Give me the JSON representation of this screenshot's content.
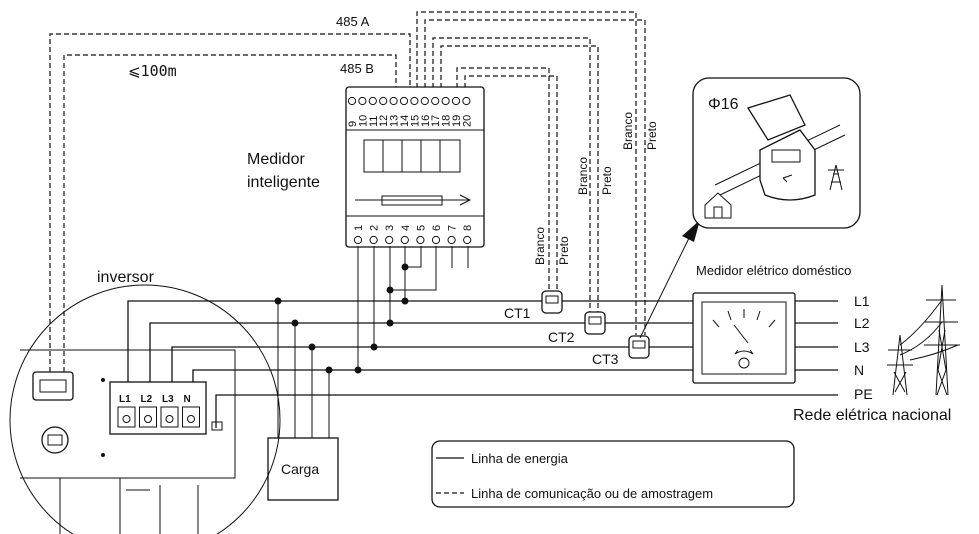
{
  "labels": {
    "rs485_a": "485 A",
    "rs485_b": "485 B",
    "distance": "⩽100m",
    "meter_name_line1": "Medidor",
    "meter_name_line2": "inteligente",
    "inverter": "inversor",
    "load": "Carga",
    "home_meter": "Medidor elétrico doméstico",
    "grid": "Rede elétrica nacional",
    "diameter": "Φ16"
  },
  "meter_terminals_top": [
    "9",
    "10",
    "11",
    "12",
    "13",
    "14",
    "15",
    "16",
    "17",
    "18",
    "19",
    "20"
  ],
  "meter_terminals_bottom": [
    "1",
    "2",
    "3",
    "4",
    "5",
    "6",
    "7",
    "8"
  ],
  "inverter_terminals": [
    "L1",
    "L2",
    "L3",
    "N"
  ],
  "lines": [
    "L1",
    "L2",
    "L3",
    "N",
    "PE"
  ],
  "ct": {
    "names": [
      "CT1",
      "CT2",
      "CT3"
    ],
    "wire_white": "Branco",
    "wire_black": "Preto"
  },
  "legend": {
    "power_line": "Linha de energia",
    "comm_line": "Linha de comunicação ou de amostragem"
  }
}
